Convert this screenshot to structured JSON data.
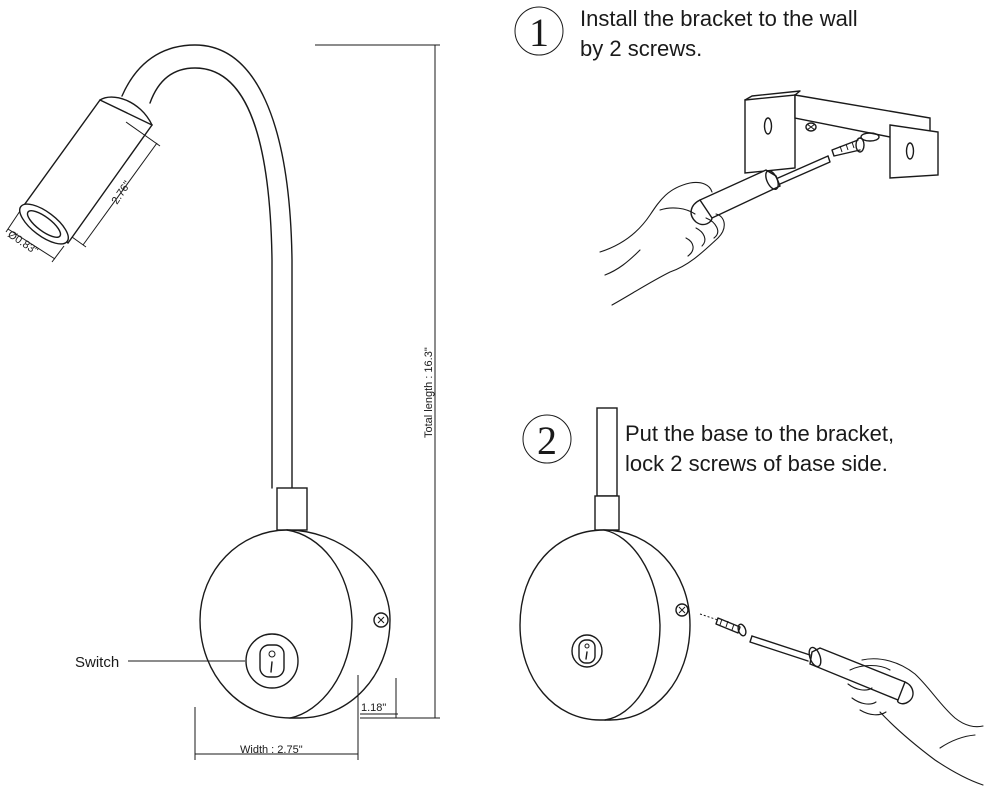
{
  "dimensions": {
    "head_length": "2.76\"",
    "head_diameter": "Ø0.83\"",
    "total_length": "Total length : 16.3\"",
    "width": "Width : 2.75\"",
    "depth": "1.18\""
  },
  "labels": {
    "switch": "Switch"
  },
  "steps": [
    {
      "number": "1",
      "line1": "Install the bracket to the wall",
      "line2": "by 2 screws."
    },
    {
      "number": "2",
      "line1": "Put the base to the bracket,",
      "line2": "lock 2 screws of base side."
    }
  ]
}
